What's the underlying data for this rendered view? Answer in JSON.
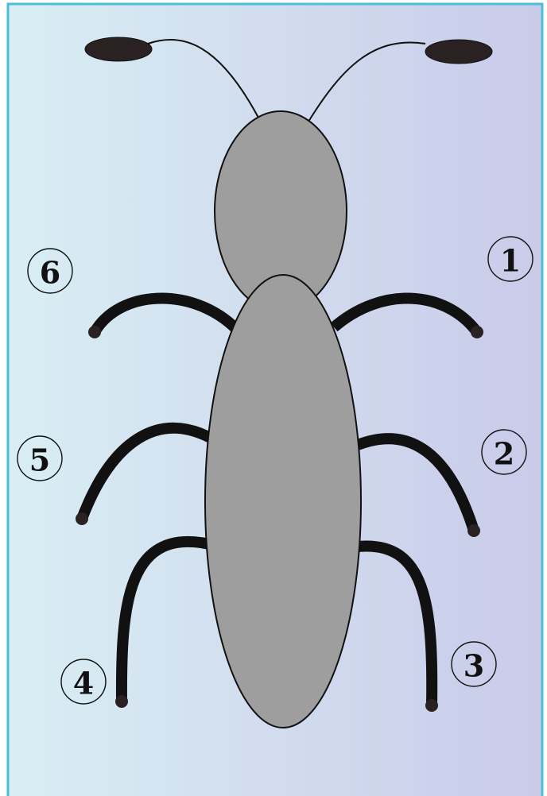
{
  "diagram": {
    "subject": "insect",
    "colors": {
      "background_left": "#d9eef4",
      "background_right": "#c9cbe9",
      "border": "#4bbfd6",
      "body": "#9e9e9e",
      "outline": "#111111",
      "legs": "#111111",
      "antenna_tip": "#2a2222",
      "label": "#111111"
    },
    "leg_labels": [
      {
        "id": "leg-1",
        "text": "1",
        "side": "right",
        "position": "front"
      },
      {
        "id": "leg-2",
        "text": "2",
        "side": "right",
        "position": "middle"
      },
      {
        "id": "leg-3",
        "text": "3",
        "side": "right",
        "position": "rear"
      },
      {
        "id": "leg-4",
        "text": "4",
        "side": "left",
        "position": "rear"
      },
      {
        "id": "leg-5",
        "text": "5",
        "side": "left",
        "position": "middle"
      },
      {
        "id": "leg-6",
        "text": "6",
        "side": "left",
        "position": "front"
      }
    ]
  }
}
